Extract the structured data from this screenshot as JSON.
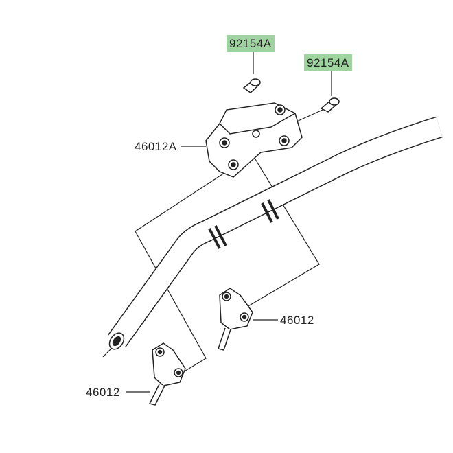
{
  "labels": {
    "bolt_left": "92154A",
    "bolt_right": "92154A",
    "upper_clamp": "46012A",
    "holder_right": "46012",
    "holder_left": "46012"
  },
  "colors": {
    "highlight": "#9fd4a0",
    "line": "#222222"
  }
}
